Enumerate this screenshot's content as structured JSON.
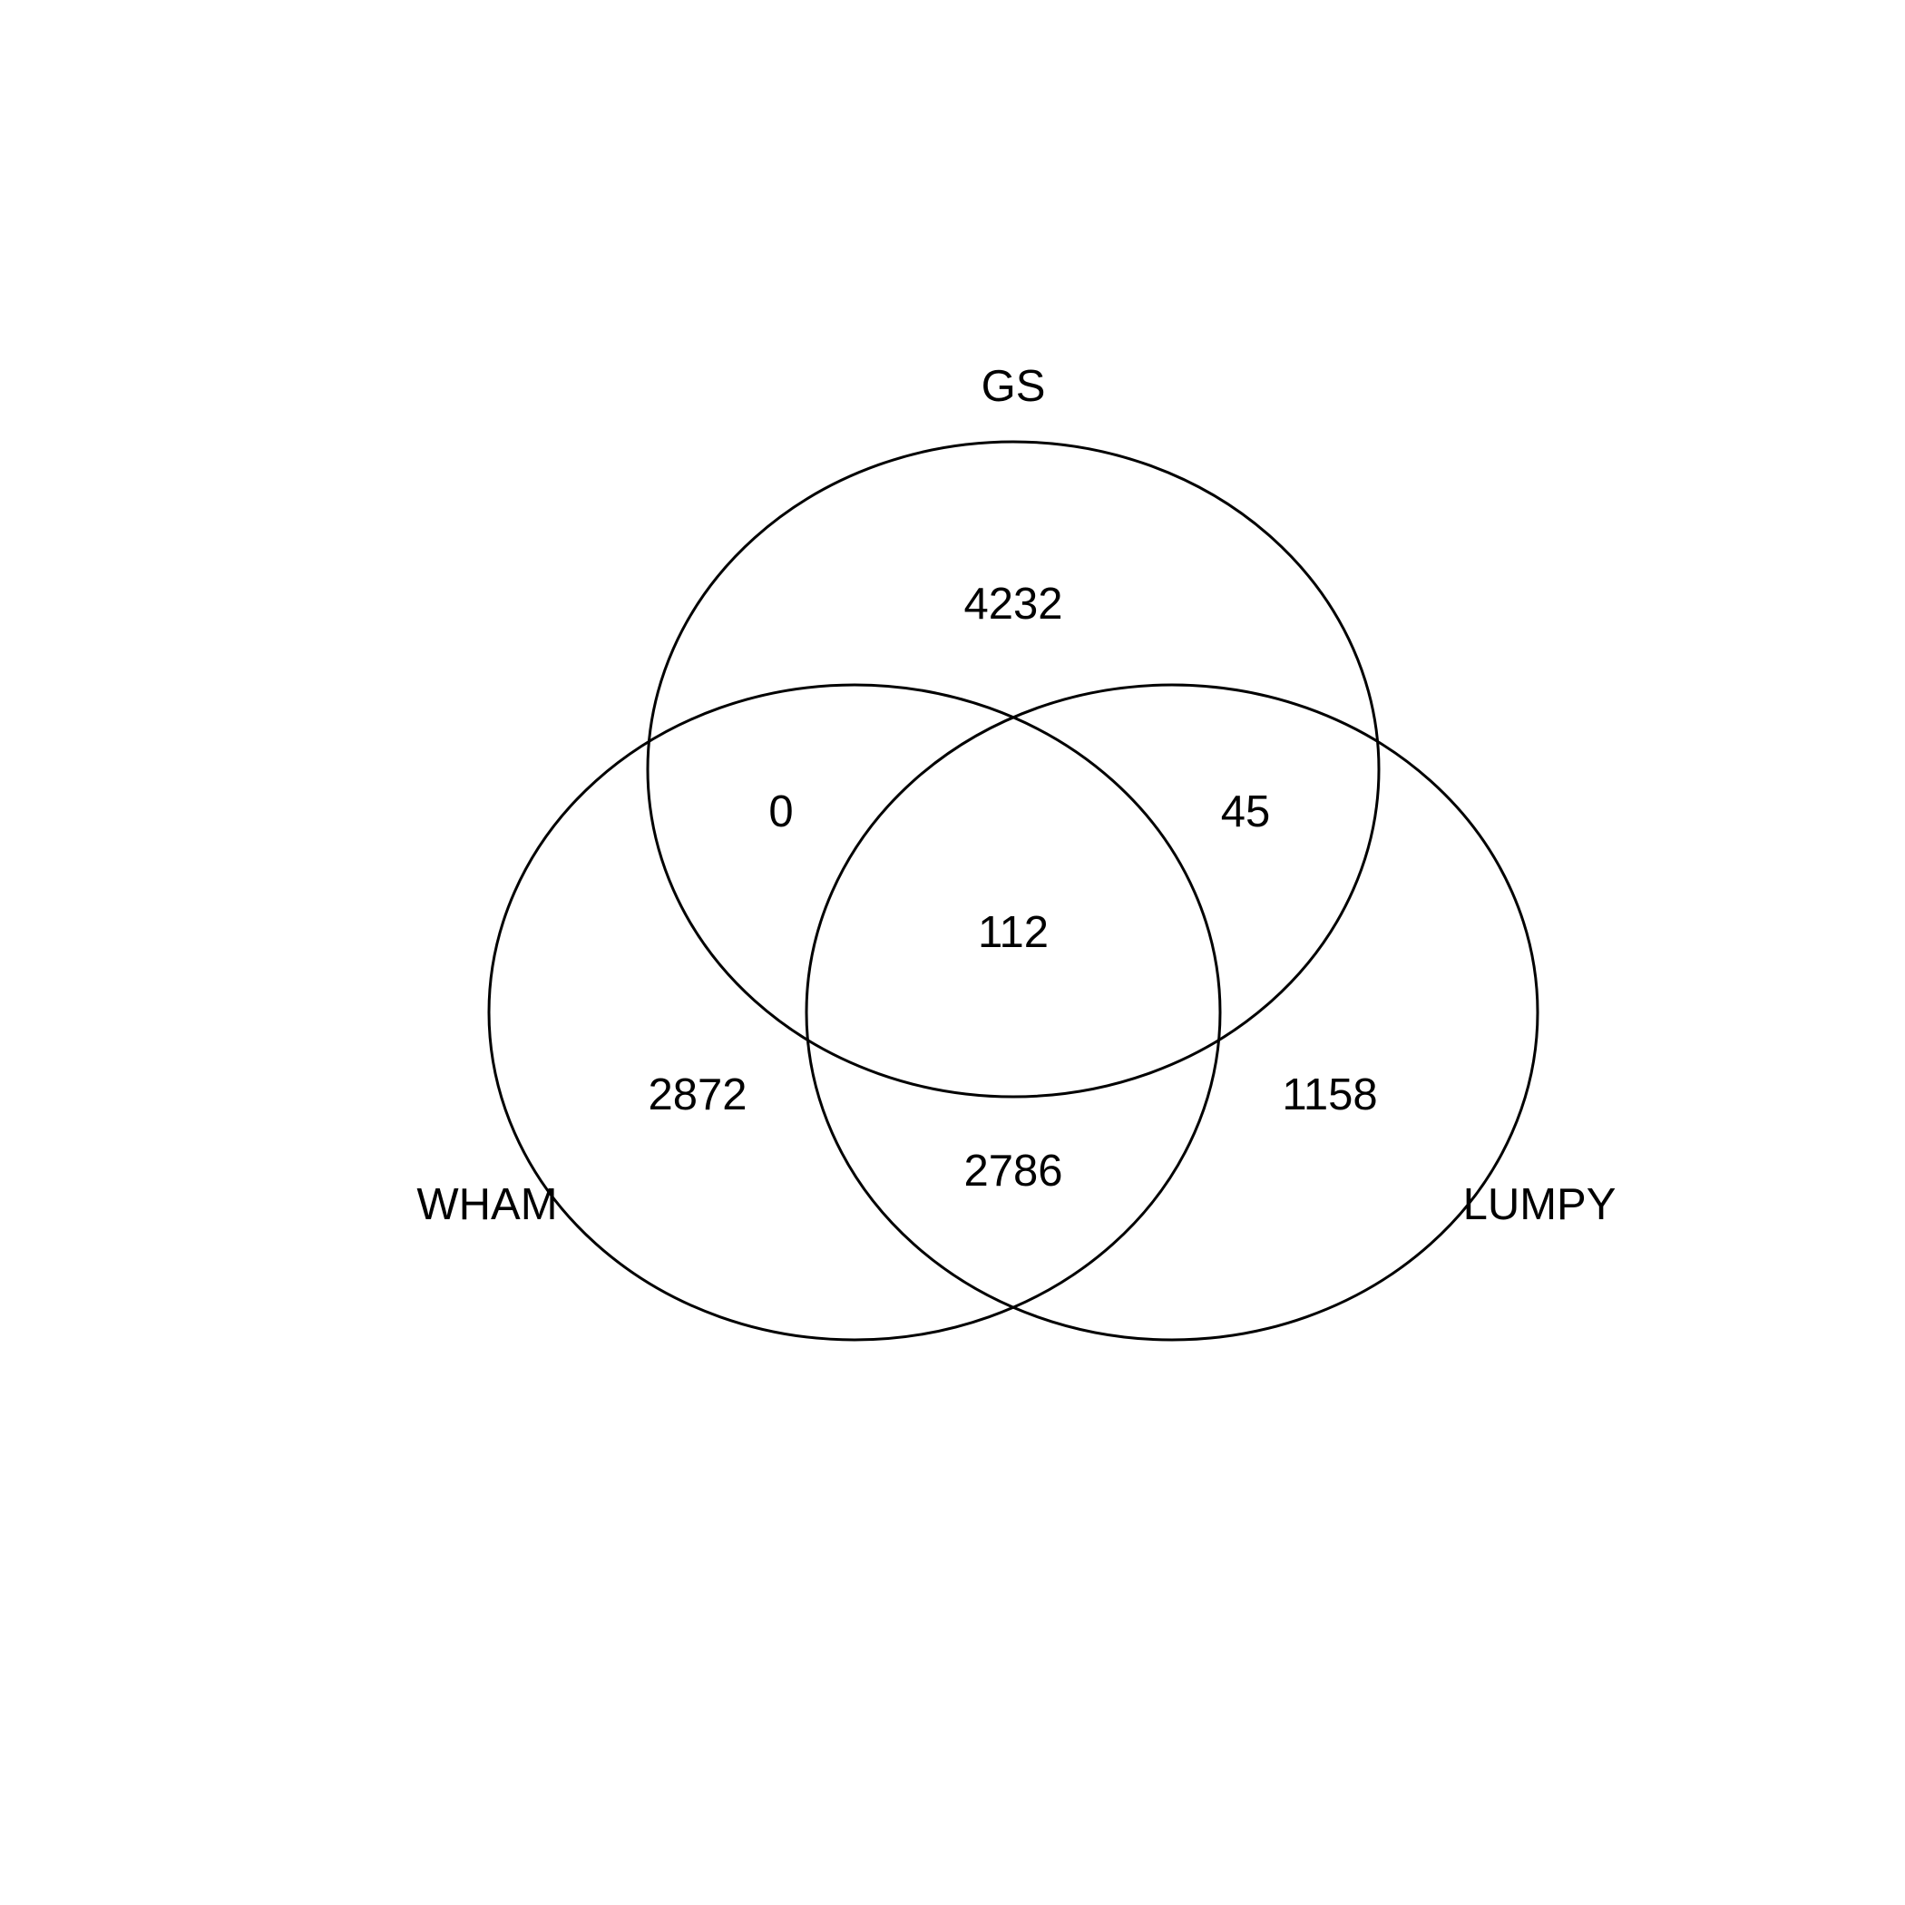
{
  "venn": {
    "sets": [
      {
        "key": "gs",
        "label": "GS"
      },
      {
        "key": "wham",
        "label": "WHAM"
      },
      {
        "key": "lumpy",
        "label": "LUMPY"
      }
    ],
    "regions": {
      "gs_only": "4232",
      "gs_wham": "0",
      "gs_lumpy": "45",
      "all_three": "112",
      "wham_only": "2872",
      "lumpy_only": "1158",
      "wham_lumpy": "2786"
    },
    "stroke_color": "#000000",
    "background_color": "#ffffff"
  }
}
